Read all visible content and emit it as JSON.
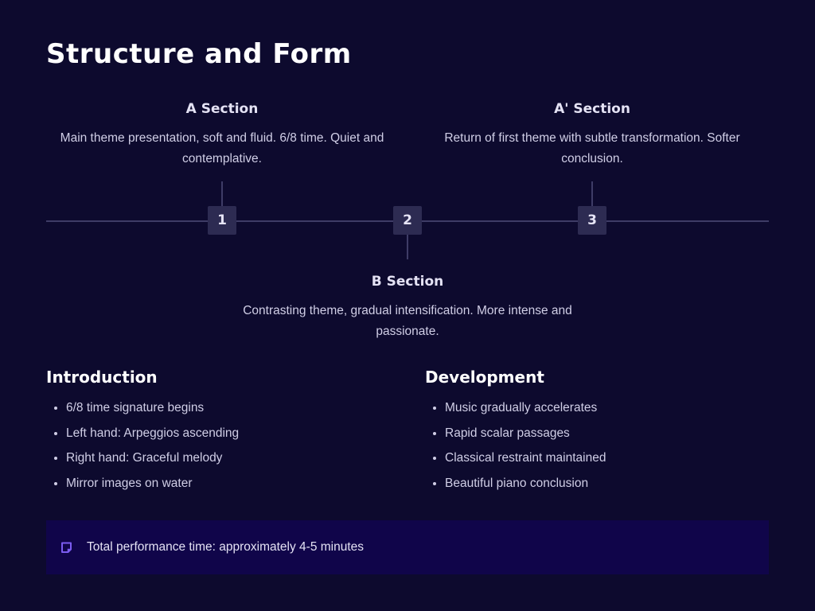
{
  "title": "Structure and Form",
  "sections": [
    {
      "number": "1",
      "title": "A Section",
      "description": "Main theme presentation, soft and fluid. 6/8 time. Quiet and contemplative."
    },
    {
      "number": "2",
      "title": "B Section",
      "description": "Contrasting theme, gradual intensification. More intense and passionate."
    },
    {
      "number": "3",
      "title": "A' Section",
      "description": "Return of first theme with subtle transformation. Softer conclusion."
    }
  ],
  "introduction": {
    "heading": "Introduction",
    "items": [
      "6/8 time signature begins",
      "Left hand: Arpeggios ascending",
      "Right hand: Graceful melody",
      "Mirror images on water"
    ]
  },
  "development": {
    "heading": "Development",
    "items": [
      "Music gradually accelerates",
      "Rapid scalar passages",
      "Classical restraint maintained",
      "Beautiful piano conclusion"
    ]
  },
  "note": {
    "icon": "sticky-note-icon",
    "text": "Total performance time: approximately 4-5 minutes"
  },
  "colors": {
    "background": "#0d0a2e",
    "note_bg": "#10054a",
    "node": "#2d2b52",
    "accent": "#7b5cf0"
  }
}
